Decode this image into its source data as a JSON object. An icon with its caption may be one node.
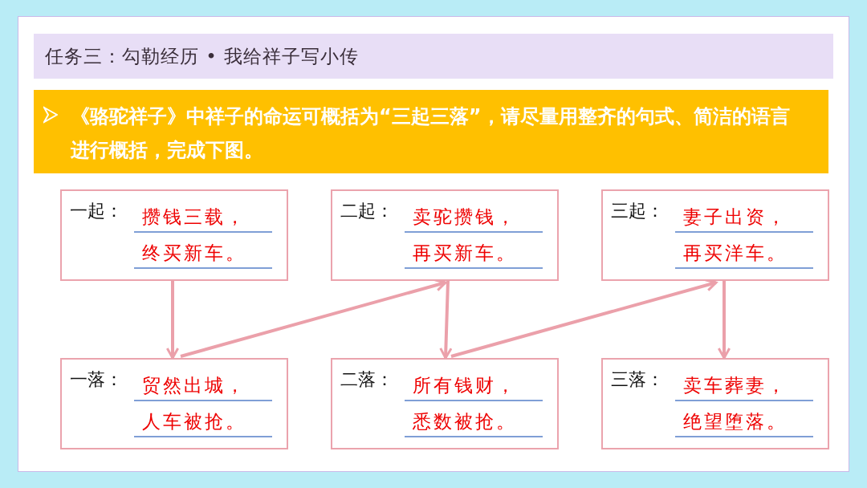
{
  "diagram": {
    "title": "任务三：勾勒经历 • 我给祥子写小传",
    "nodes": [
      {
        "text": [
          "一起：",
          "攒钱三载，",
          "终买新车。"
        ]
      },
      {
        "text": [
          "二起：",
          "卖驼攒钱，",
          "再买新车。"
        ]
      },
      {
        "text": [
          "三起：",
          "妻子出资，",
          "再买洋车。"
        ]
      },
      {
        "text": [
          "一落：",
          "贸然出城，",
          "人车被抢。"
        ]
      },
      {
        "text": [
          "二落：",
          "所有钱财，",
          "悉数被抢。"
        ]
      },
      {
        "text": [
          "三落：",
          "卖车葬妻，",
          "绝望堕落。"
        ]
      }
    ],
    "edges": [
      {
        "from": 0,
        "to": 3,
        "arrow": "to"
      },
      {
        "from": 3,
        "to": 1,
        "arrow": "to"
      },
      {
        "from": 1,
        "to": 4,
        "arrow": "to"
      },
      {
        "from": 4,
        "to": 2,
        "arrow": "to"
      },
      {
        "from": 2,
        "to": 5,
        "arrow": "to"
      }
    ],
    "labels": [
      "《骆驼祥子》中祥子的命运可概括为“三起三落”，请尽量用整齐的句式、简洁的语言进行概括，完成下图。"
    ]
  }
}
